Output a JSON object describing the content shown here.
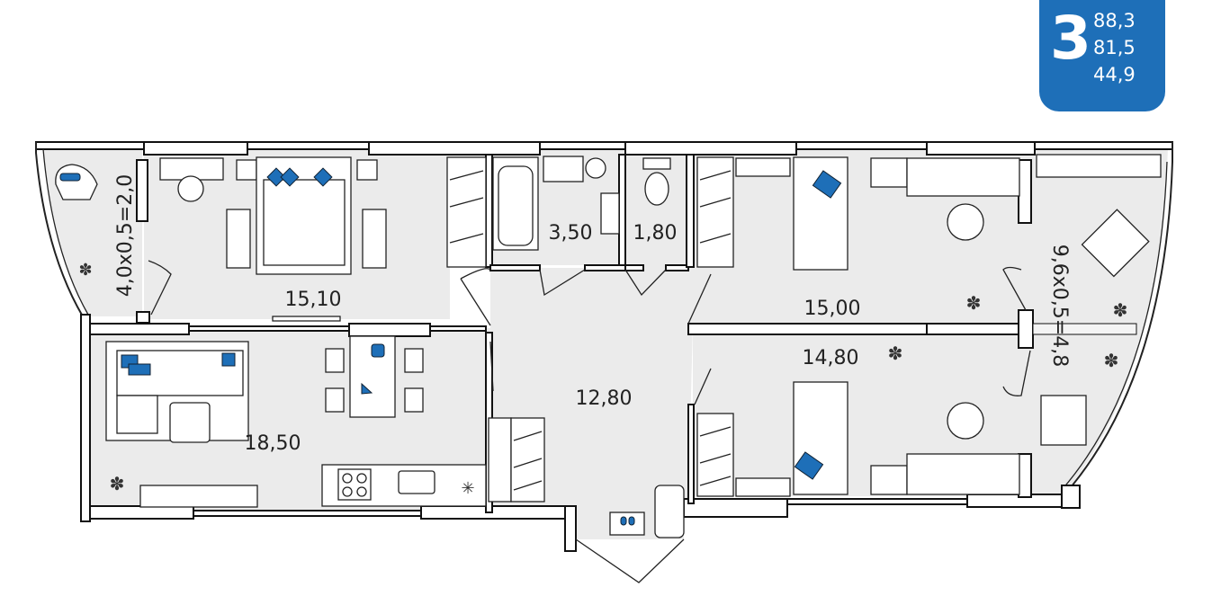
{
  "badge": {
    "rooms_count": "3",
    "total_area": "88,3",
    "living_area": "81,5",
    "kitchen_living_area": "44,9",
    "color": "#1e6fb8"
  },
  "rooms": {
    "bedroom_1": "15,10",
    "living_kitchen": "18,50",
    "hall": "12,80",
    "bathroom": "3,50",
    "toilet": "1,80",
    "bedroom_2": "15,00",
    "bedroom_3": "14,80",
    "balcony_left": "4,0x0,5=2,0",
    "balcony_right": "9,6x0,5=4,8"
  },
  "colors": {
    "floor": "#ebebeb",
    "accent": "#1e6fb8"
  }
}
